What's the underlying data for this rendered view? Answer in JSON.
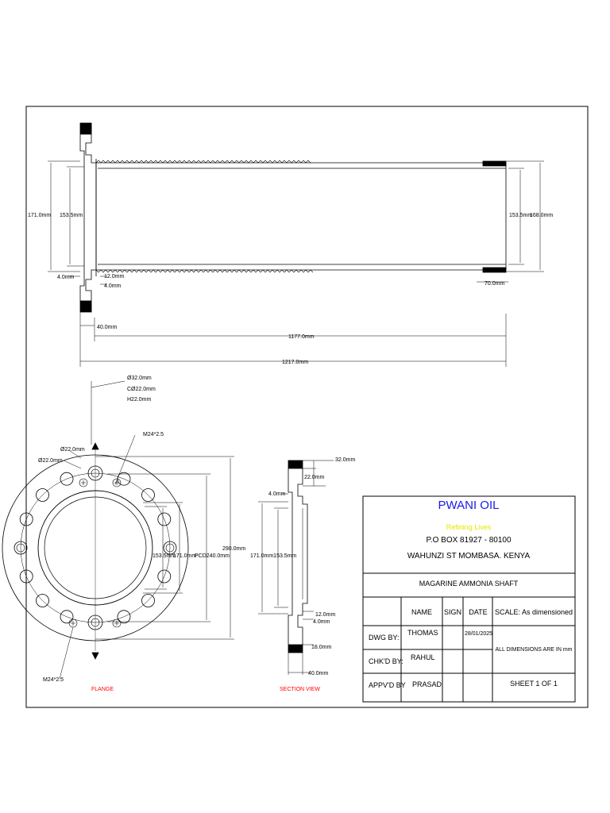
{
  "colors": {
    "line": "#000000",
    "company": "#1a1ae6",
    "tagline": "#e6e600",
    "view_label": "#ff0000"
  },
  "company": {
    "name": "PWANI OIL",
    "tagline": "Refining Lives",
    "po_box": "P.O BOX 81927 - 80100",
    "address": "WAHUNZI ST MOMBASA. KENYA"
  },
  "drawing": {
    "title": "MAGARINE AMMONIA SHAFT"
  },
  "titleblock": {
    "headers": {
      "name": "NAME",
      "sign": "SIGN",
      "date": "DATE",
      "scale": "SCALE: As dimensioned"
    },
    "rows": [
      {
        "label": "DWG BY:",
        "name": "THOMAS",
        "date": "28/01/2025"
      },
      {
        "label": "CHK'D BY:",
        "name": "RAHUL"
      },
      {
        "label": "APPV'D BY",
        "name": "PRASAD"
      }
    ],
    "note": "ALL DIMENSIONS ARE IN mm",
    "sheet": "SHEET 1 OF 1"
  },
  "views": {
    "flange": "FLANGE",
    "section": "SECTION VIEW"
  },
  "dims": {
    "shaft": {
      "d171": "171.0mm",
      "d153_left": "153.5mm",
      "d153_right": "153.5mm",
      "d168": "168.0mm",
      "t4_a": "4.0mm",
      "t12": "12.0mm",
      "t4_b": "4.0mm",
      "l70": "70.0mm",
      "l40": "40.0mm",
      "l1177": "1177.0mm",
      "l1217": "1217.0mm"
    },
    "flange": {
      "hole1": "Ø32.0mm",
      "hole2": "CØ22.0mm",
      "hole3": "H22.0mm",
      "m24_top": "M24*2.5",
      "d22_a": "Ø22.0mm",
      "d22_b": "Ø22.0mm",
      "d153": "153.5mm",
      "d171": "171.0mm",
      "pcd": "PCD240.0mm",
      "d290": "290.0mm",
      "m24_bottom": "M24*2.5"
    },
    "section": {
      "d32": "32.0mm",
      "d22": "22.0mm",
      "t4_a": "4.0mm",
      "d171_153": "171.0mm153.5mm",
      "t12": "12.0mm",
      "t4_b": "4.0mm",
      "d18": "18.0mm",
      "d40": "40.0mm"
    }
  }
}
